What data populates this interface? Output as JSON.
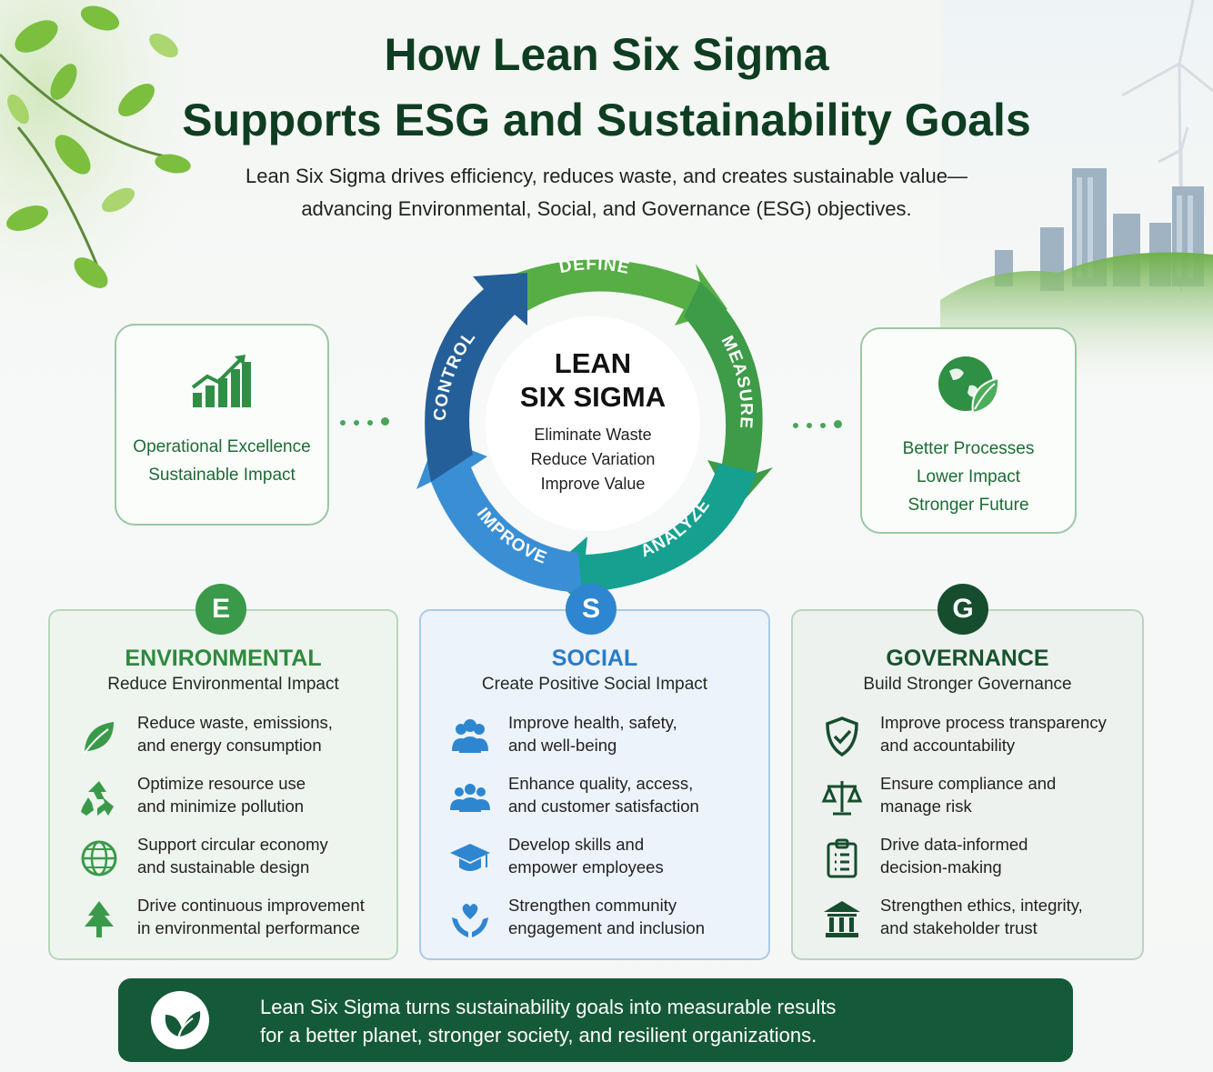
{
  "title": {
    "line1": "How Lean Six Sigma",
    "line2": "Supports ESG and Sustainability Goals"
  },
  "subtitle": {
    "line1": "Lean Six Sigma drives efficiency, reduces waste, and creates sustainable value—",
    "line2": "advancing Environmental, Social, and Governance (ESG) objectives."
  },
  "left_card": {
    "icon": "growth-chart-icon",
    "lines": [
      "Operational Excellence",
      "Sustainable Impact"
    ]
  },
  "right_card": {
    "icon": "globe-leaf-icon",
    "lines": [
      "Better Processes",
      "Lower Impact",
      "Stronger Future"
    ]
  },
  "cycle": {
    "center_title": [
      "LEAN",
      "SIX SIGMA"
    ],
    "center_lines": [
      "Eliminate Waste",
      "Reduce Variation",
      "Improve Value"
    ],
    "phases": [
      {
        "label": "DEFINE",
        "color": "#56ae45"
      },
      {
        "label": "MEASURE",
        "color": "#3e9b48"
      },
      {
        "label": "ANALYZE",
        "color": "#16a08f"
      },
      {
        "label": "IMPROVE",
        "color": "#3a8fd4"
      },
      {
        "label": "CONTROL",
        "color": "#245f99"
      }
    ]
  },
  "pillars": [
    {
      "letter": "E",
      "heading": "ENVIRONMENTAL",
      "subheading": "Reduce Environmental Impact",
      "accent": "#3a9a4a",
      "heading_color": "#2e8a3e",
      "bg": "#eef4ee",
      "border": "#b8d7bc",
      "items": [
        {
          "icon": "leaf-icon",
          "lines": [
            "Reduce waste, emissions,",
            "and energy consumption"
          ]
        },
        {
          "icon": "recycle-icon",
          "lines": [
            "Optimize resource use",
            "and minimize pollution"
          ]
        },
        {
          "icon": "globe-icon",
          "lines": [
            "Support circular economy",
            "and sustainable design"
          ]
        },
        {
          "icon": "tree-icon",
          "lines": [
            "Drive continuous improvement",
            "in environmental performance"
          ]
        }
      ]
    },
    {
      "letter": "S",
      "heading": "SOCIAL",
      "subheading": "Create Positive Social Impact",
      "accent": "#2f86d0",
      "heading_color": "#2a7cc6",
      "bg": "#edf3fa",
      "border": "#a9cbe9",
      "items": [
        {
          "icon": "people-icon",
          "lines": [
            "Improve health, safety,",
            "and well-being"
          ]
        },
        {
          "icon": "customers-icon",
          "lines": [
            "Enhance quality, access,",
            "and customer satisfaction"
          ]
        },
        {
          "icon": "graduation-cap-icon",
          "lines": [
            "Develop skills and",
            "empower employees"
          ]
        },
        {
          "icon": "hands-heart-icon",
          "lines": [
            "Strengthen community",
            "engagement and inclusion"
          ]
        }
      ]
    },
    {
      "letter": "G",
      "heading": "GOVERNANCE",
      "subheading": "Build Stronger Governance",
      "accent": "#164d2e",
      "heading_color": "#17532f",
      "bg": "#eef2ee",
      "border": "#bcd3c0",
      "items": [
        {
          "icon": "shield-check-icon",
          "lines": [
            "Improve process transparency",
            "and accountability"
          ]
        },
        {
          "icon": "scales-icon",
          "lines": [
            "Ensure compliance and",
            "manage risk"
          ]
        },
        {
          "icon": "clipboard-icon",
          "lines": [
            "Drive data-informed",
            "decision-making"
          ]
        },
        {
          "icon": "institution-icon",
          "lines": [
            "Strengthen ethics, integrity,",
            "and stakeholder trust"
          ]
        }
      ]
    }
  ],
  "footer": {
    "icon": "leaf-badge-icon",
    "lines": [
      "Lean Six Sigma turns sustainability goals into measurable results",
      "for a better planet, stronger society, and resilient organizations."
    ]
  }
}
